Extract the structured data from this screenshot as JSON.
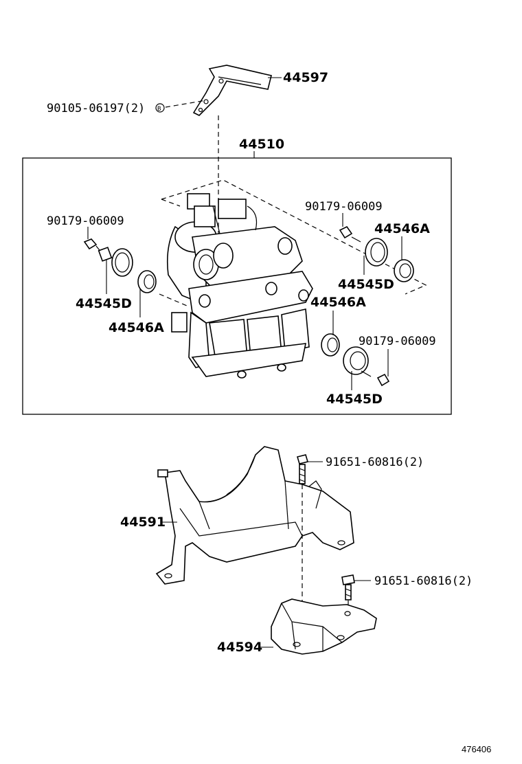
{
  "labels": {
    "bracket_top": "44597",
    "bolt_top": "90105-06197(2)",
    "bolt_top_mark": "B",
    "actuator_assy": "44510",
    "nut_left": "90179-06009",
    "nut_right_top": "90179-06009",
    "nut_right_bottom": "90179-06009",
    "cushion_d_left": "44545D",
    "cushion_a_left": "44546A",
    "cushion_a_right_top": "44546A",
    "cushion_d_right_top": "44545D",
    "cushion_a_right_mid": "44546A",
    "cushion_d_right_bottom": "44545D",
    "bracket_main": "44591",
    "bolt_upper": "91651-60816(2)",
    "bolt_lower": "91651-60816(2)",
    "bracket_lower": "44594",
    "ref_number": "476406"
  }
}
